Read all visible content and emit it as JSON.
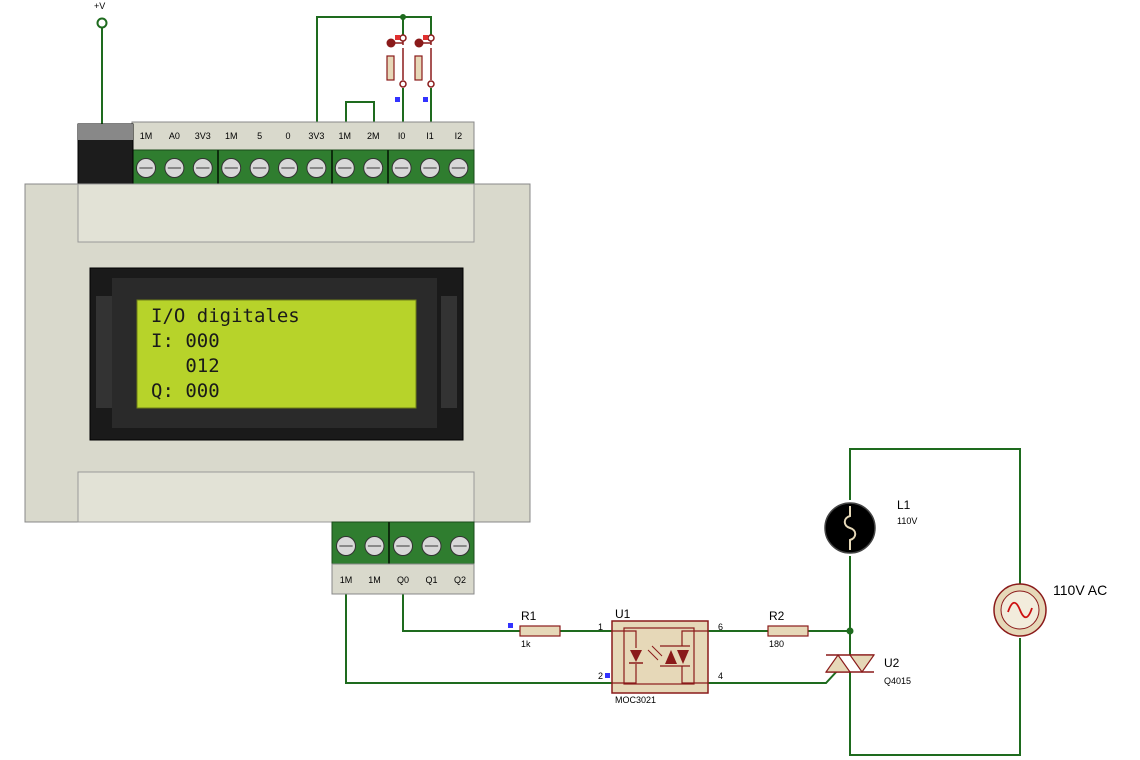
{
  "supply": {
    "label": "+V"
  },
  "top_terminals": [
    "1M",
    "A0",
    "3V3",
    "1M",
    "5",
    "0",
    "3V3",
    "1M",
    "2M",
    "I0",
    "I1",
    "I2"
  ],
  "bottom_terminals": [
    "1M",
    "1M",
    "Q0",
    "Q1",
    "Q2"
  ],
  "lcd": {
    "lines": [
      "I/O digitales",
      "I: 000",
      "   012",
      "Q: 000"
    ]
  },
  "components": {
    "r1": {
      "ref": "R1",
      "value": "1k"
    },
    "r2": {
      "ref": "R2",
      "value": "180"
    },
    "u1": {
      "ref": "U1",
      "part": "MOC3021",
      "pins": [
        "1",
        "2",
        "6",
        "4"
      ]
    },
    "u2": {
      "ref": "U2",
      "part": "Q4015"
    },
    "l1": {
      "ref": "L1",
      "value": "110V"
    },
    "ac": {
      "label": "110V AC"
    }
  },
  "colors": {
    "wire": "#1e6b1e",
    "terminal_green": "#2f7d2f",
    "plc_body": "#d9d9cc",
    "lcd_screen": "#b7d32a",
    "component_body": "#e6d8b8",
    "component_stroke": "#8a1a1a",
    "pin_marker": "#3333ff"
  },
  "icons": {
    "switch": "push-button-icon",
    "lamp": "lamp-icon",
    "ac_source": "ac-source-icon",
    "triac": "triac-icon",
    "optocoupler": "optocoupler-icon"
  }
}
